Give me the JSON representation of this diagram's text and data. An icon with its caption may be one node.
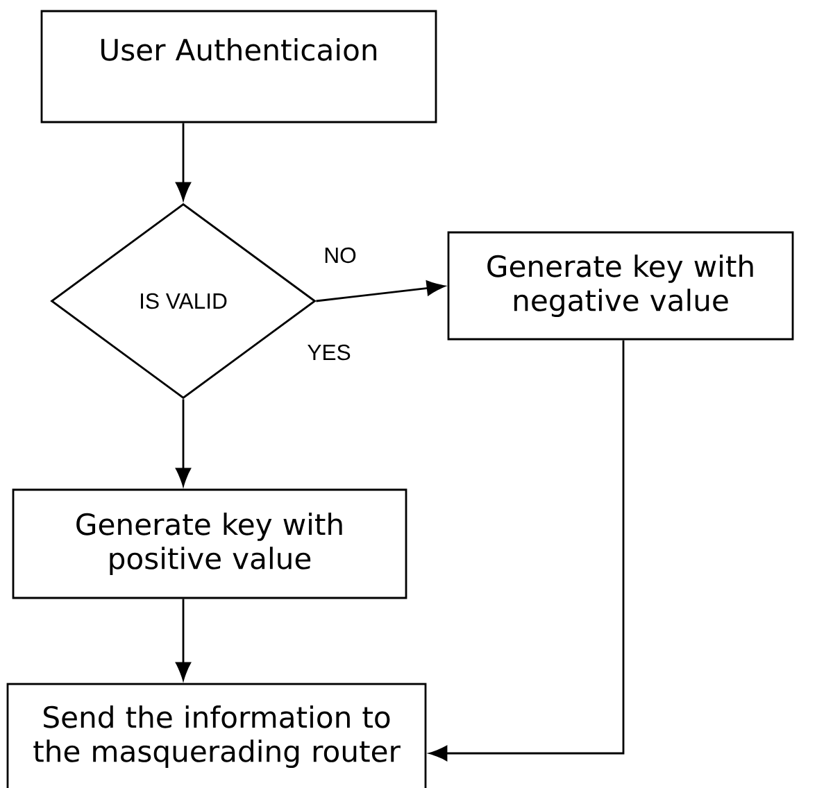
{
  "diagram": {
    "nodes": [
      {
        "text": [
          "User Authenticaion"
        ]
      },
      {
        "text": [
          "IS VALID"
        ]
      },
      {
        "text": [
          "Generate key with negative value"
        ]
      },
      {
        "text": [
          "Generate key with positive value"
        ]
      },
      {
        "text": [
          "Send the information to the masquerading router"
        ]
      }
    ],
    "edges": [
      {
        "from": 0,
        "to": 1,
        "arrow": "to"
      },
      {
        "from": 1,
        "to": 2,
        "arrow": "to",
        "label": "NO"
      },
      {
        "from": 1,
        "to": 3,
        "arrow": "to"
      },
      {
        "from": 3,
        "to": 4,
        "arrow": "to"
      },
      {
        "from": 2,
        "to": 4,
        "arrow": "to"
      }
    ],
    "labels": [
      "YES"
    ]
  }
}
